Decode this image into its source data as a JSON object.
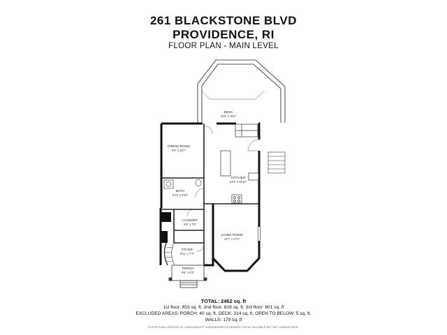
{
  "header": {
    "address": "261 BLACKSTONE BLVD",
    "city": "PROVIDENCE, RI",
    "subtitle": "FLOOR PLAN - MAIN LEVEL"
  },
  "rooms": {
    "deck": {
      "name": "DECK",
      "dims": "21'6\" x 18'1\""
    },
    "dining": {
      "name": "DINING ROOM",
      "dims": "9'8\" x 13'7\""
    },
    "kitchen": {
      "name": "KITCHEN",
      "dims": "14'2\" x 19'10\""
    },
    "bath": {
      "name": "BATH",
      "dims": "9'11\" x 9'10\""
    },
    "laundry": {
      "name": "LAUNDRY",
      "dims": "6'5\" x 7'5\""
    },
    "living": {
      "name": "LIVING ROOM",
      "dims": "13'7\" x 17'1\""
    },
    "foyer": {
      "name": "FOYER",
      "dims": "9'11\" x 7'7\""
    },
    "porch": {
      "name": "PORCH",
      "dims": "9'6\" x 4'3\""
    }
  },
  "stats": {
    "total": "TOTAL: 2462 sq. ft",
    "floors": "1st floor: 833 sq. ft, 2nd floor: 828 sq. ft, 3rd floor: 801 sq. ft",
    "excluded": "EXCLUDED AREAS: PORCH: 40 sq. ft, DECK: 314 sq. ft, OPEN TO BELOW: 5 sq. ft,",
    "walls": "WALLS: 179 sq. ft"
  },
  "footer": "FLOOR PLAN CREATED BY CUBICASA APP. MEASUREMENTS DEEMED HIGHLY RELIABLE BUT NOT GUARANTEED."
}
